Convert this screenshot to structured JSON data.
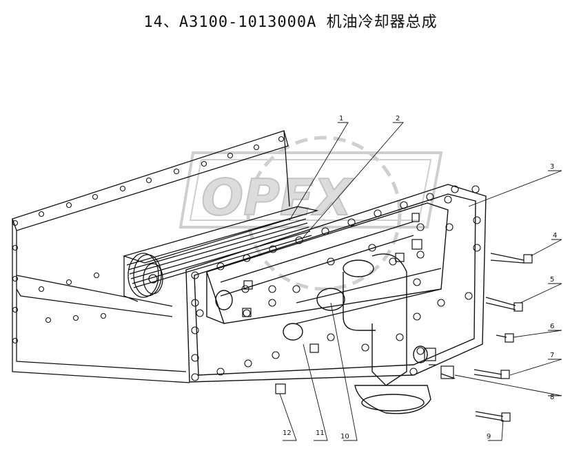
{
  "title": "14、A3100-1013000A 机油冷却器总成",
  "watermark": {
    "logo_text": "OPEX",
    "color": "#d9d9d9"
  },
  "callouts": [
    {
      "label": "1"
    },
    {
      "label": "2"
    },
    {
      "label": "3"
    },
    {
      "label": "4"
    },
    {
      "label": "5"
    },
    {
      "label": "6"
    },
    {
      "label": "7"
    },
    {
      "label": "8"
    },
    {
      "label": "9"
    },
    {
      "label": "10"
    },
    {
      "label": "11"
    },
    {
      "label": "12"
    }
  ]
}
